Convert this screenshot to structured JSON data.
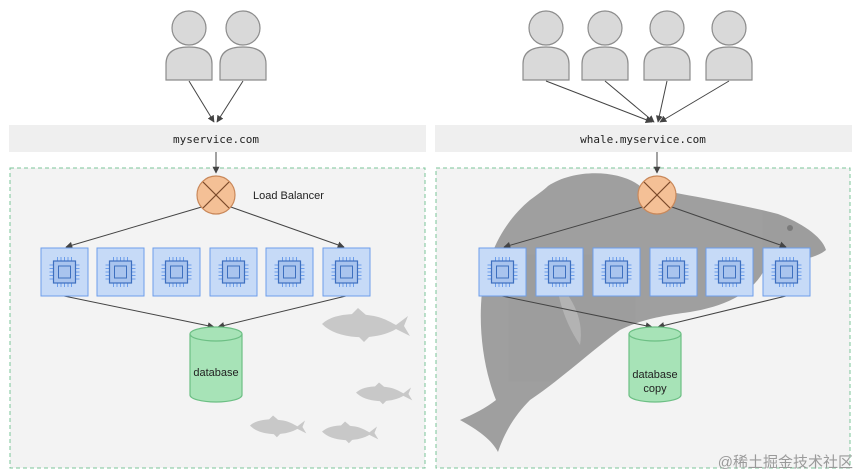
{
  "diagram": {
    "left": {
      "domain": "myservice.com",
      "load_balancer_label": "Load Balancer",
      "database_label": "database",
      "users": 2,
      "servers": 6
    },
    "right": {
      "domain": "whale.myservice.com",
      "database_label_line1": "database",
      "database_label_line2": "copy",
      "users": 4,
      "servers": 6
    },
    "watermark": "@稀土掘金技术社区",
    "colors": {
      "user": "#d9d9d9",
      "user_stroke": "#8c8c8c",
      "domain_bar": "#efefef",
      "cluster_bg": "#f3f3f3",
      "cluster_border": "#7bc49a",
      "load_balancer": "#f4c096",
      "load_balancer_stroke": "#c9885a",
      "server_fill": "#c6daf7",
      "server_stroke": "#6d9eeb",
      "database_fill": "#a7e3b7",
      "database_stroke": "#6cbf84",
      "fish": "#c8c8c8",
      "whale": "#8f8f8f"
    },
    "icons": [
      "user-icon",
      "load-balancer-icon",
      "cpu-icon",
      "database-icon",
      "fish-icon",
      "whale-icon"
    ]
  }
}
